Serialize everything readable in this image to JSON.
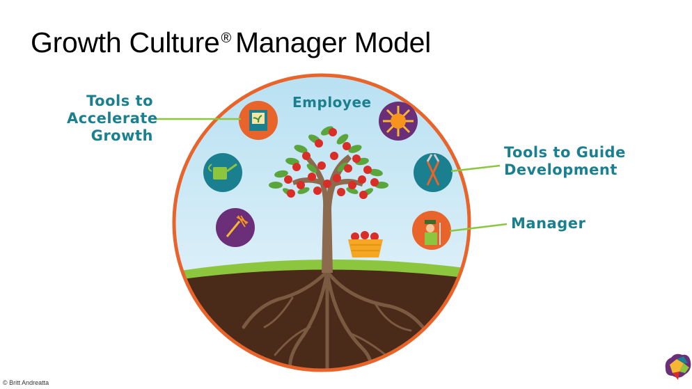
{
  "title": {
    "main": "Growth Culture",
    "registered": "®",
    "rest": "Manager Model"
  },
  "labels": {
    "accelerate": "Tools to Accelerate Growth",
    "accelerate_lines": [
      "Tools to",
      "Accelerate",
      "Growth"
    ],
    "guide": "Tools to Guide Development",
    "guide_lines": [
      "Tools to Guide",
      "Development"
    ],
    "manager": "Manager",
    "employee": "Employee"
  },
  "copyright": "© Britt Andreatta",
  "icons": [
    {
      "name": "seed-packet-icon",
      "color": "#e8642a"
    },
    {
      "name": "sun-icon",
      "color": "#6b2f7a"
    },
    {
      "name": "watering-can-icon",
      "color": "#1a7f8e"
    },
    {
      "name": "pruning-shears-icon",
      "color": "#1a7f8e"
    },
    {
      "name": "rake-icon",
      "color": "#6b2f7a"
    },
    {
      "name": "gardener-icon",
      "color": "#e8642a"
    }
  ],
  "colors": {
    "ring": "#e8642a",
    "sky": "#cfeaf6",
    "grass": "#8cc63f",
    "soil": "#4a2a18",
    "trunk": "#8b6a4e",
    "leaf": "#5aa63c",
    "apple": "#d92d27",
    "label": "#1a7f8e",
    "leader": "#8cc63f"
  }
}
